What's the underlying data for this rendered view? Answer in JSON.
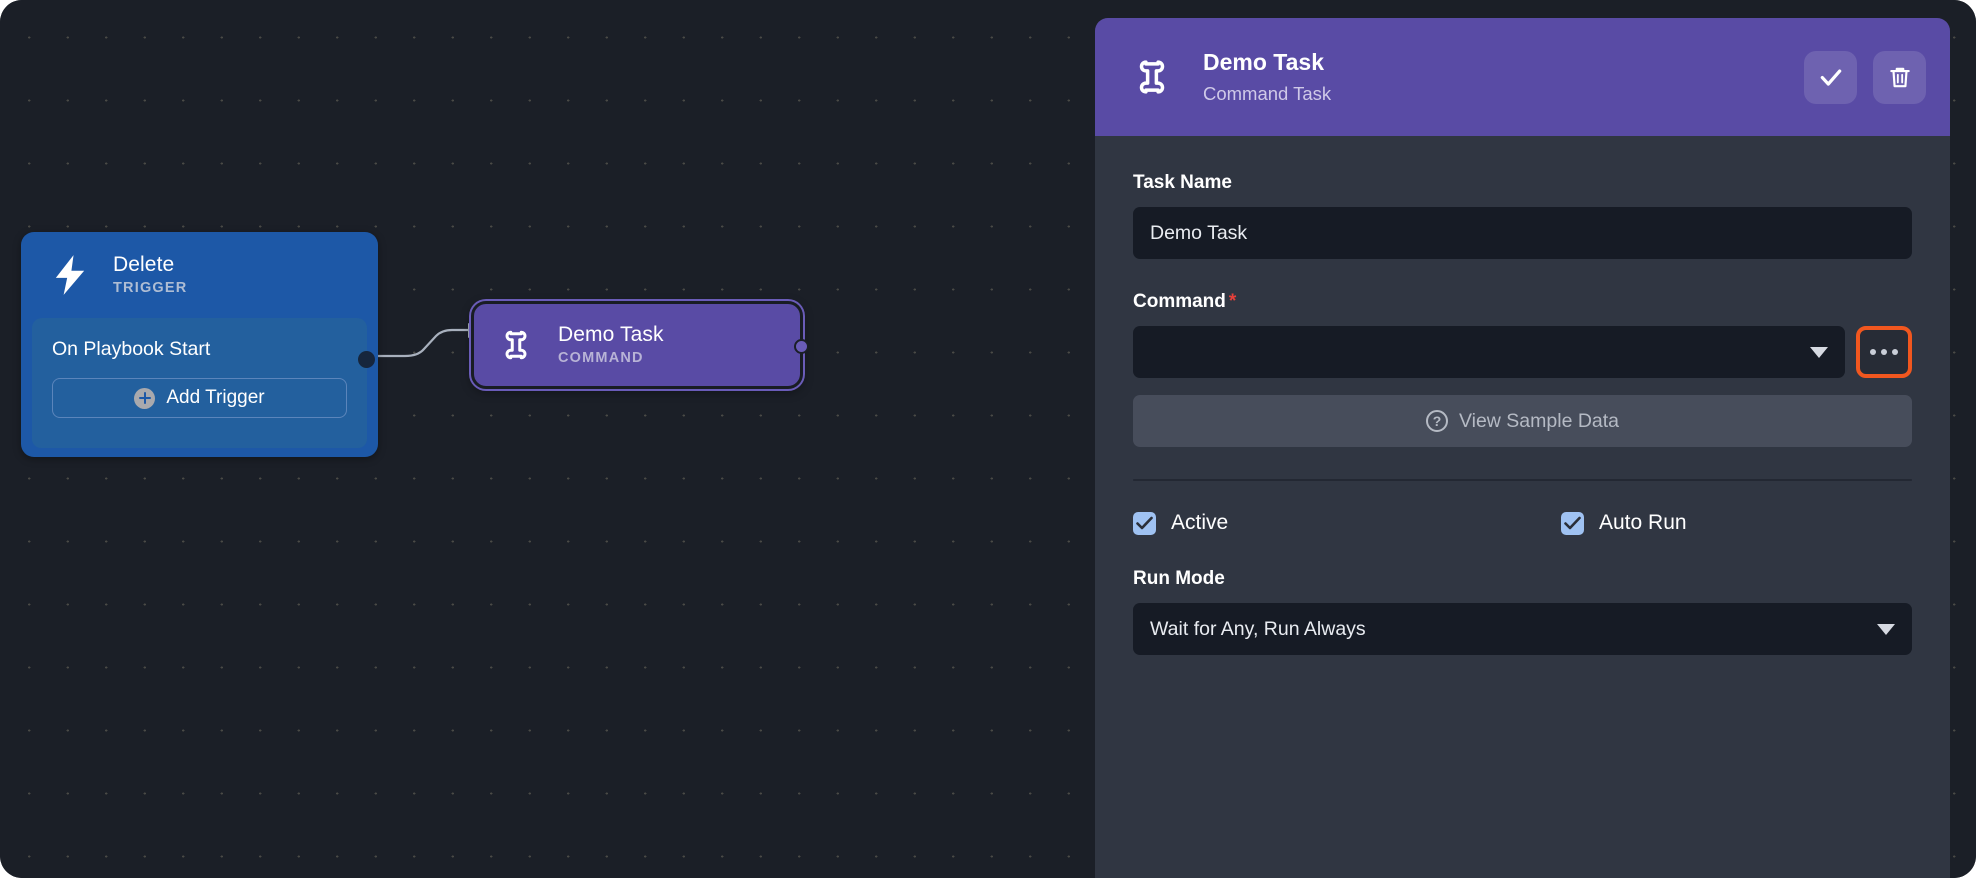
{
  "canvas": {
    "trigger_node": {
      "title": "Delete",
      "subtitle": "TRIGGER",
      "icon": "lightning-bolt-icon",
      "row_label": "On Playbook Start",
      "add_trigger_label": "Add Trigger",
      "color": "#1d58a7",
      "body_color": "#23609e"
    },
    "command_node": {
      "title": "Demo Task",
      "subtitle": "COMMAND",
      "icon": "command-glyph-icon",
      "color": "#594ba5",
      "selected": "true"
    },
    "edge_color": "#a8b0bd",
    "background_color": "#1b1f27"
  },
  "panel": {
    "header": {
      "icon": "command-glyph-icon",
      "title": "Demo Task",
      "subtitle": "Command Task",
      "accent_color": "#594ba5",
      "save_icon": "check-icon",
      "delete_icon": "trash-icon"
    },
    "task_name": {
      "label": "Task Name",
      "value": "Demo Task",
      "placeholder": "Task Name"
    },
    "command": {
      "label": "Command",
      "required_marker": "*",
      "value": "",
      "placeholder": "",
      "more_icon": "ellipsis-icon",
      "highlight_color": "#f1571f"
    },
    "sample_data": {
      "label": "View Sample Data",
      "icon": "question-circle-icon",
      "disabled": "true"
    },
    "checkboxes": [
      {
        "label": "Active",
        "checked": "true"
      },
      {
        "label": "Auto Run",
        "checked": "true"
      }
    ],
    "run_mode": {
      "label": "Run Mode",
      "value": "Wait for Any, Run Always"
    }
  }
}
